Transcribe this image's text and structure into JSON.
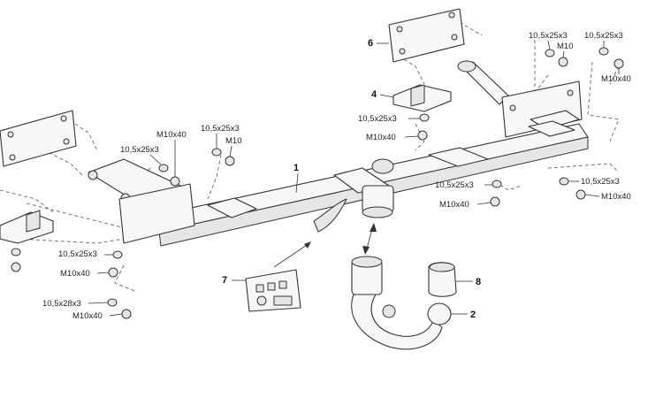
{
  "diagram": {
    "part_numbers": [
      "1",
      "2",
      "4",
      "6",
      "7",
      "8"
    ],
    "fasteners": {
      "washer": "10,5x25x3",
      "washer_alt": "10,5x28x3",
      "bolt": "M10x40",
      "nut": "M10"
    }
  }
}
